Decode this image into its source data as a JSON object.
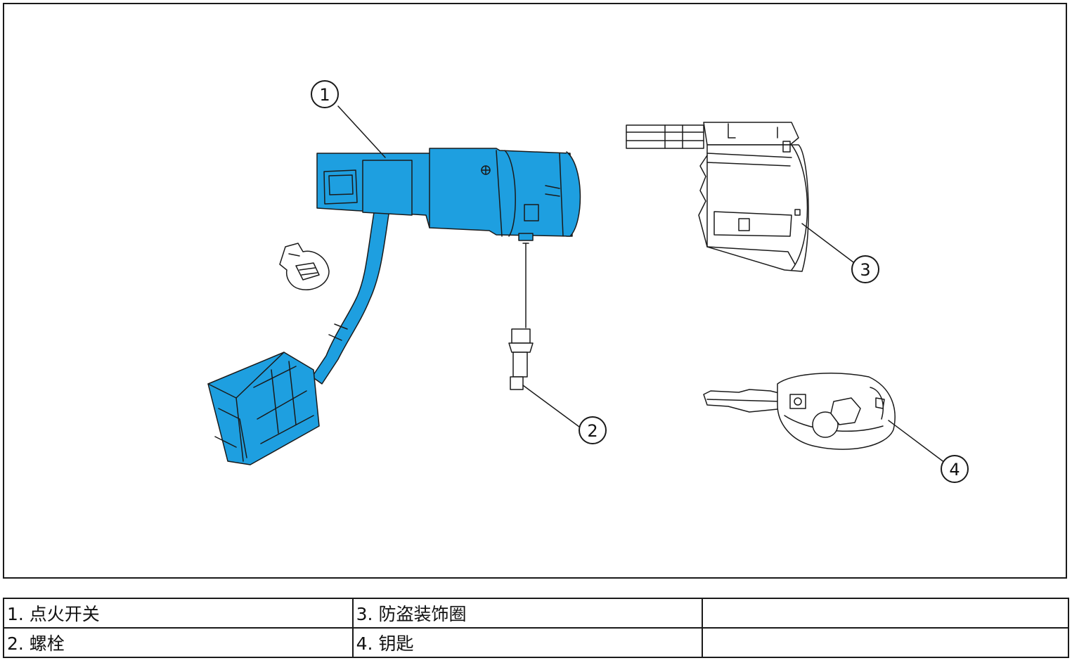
{
  "callouts": [
    {
      "number": "1",
      "label": "点火开关"
    },
    {
      "number": "2",
      "label": "螺栓"
    },
    {
      "number": "3",
      "label": "防盗装饰圈"
    },
    {
      "number": "4",
      "label": "钥匙"
    }
  ],
  "legend": {
    "row1": {
      "col1": "1. 点火开关",
      "col2": "3. 防盗装饰圈",
      "col3": ""
    },
    "row2": {
      "col1": "2. 螺栓",
      "col2": "4. 钥匙",
      "col3": ""
    }
  },
  "colors": {
    "part_highlight": "#1e9fe0",
    "line": "#1a1a1a"
  }
}
